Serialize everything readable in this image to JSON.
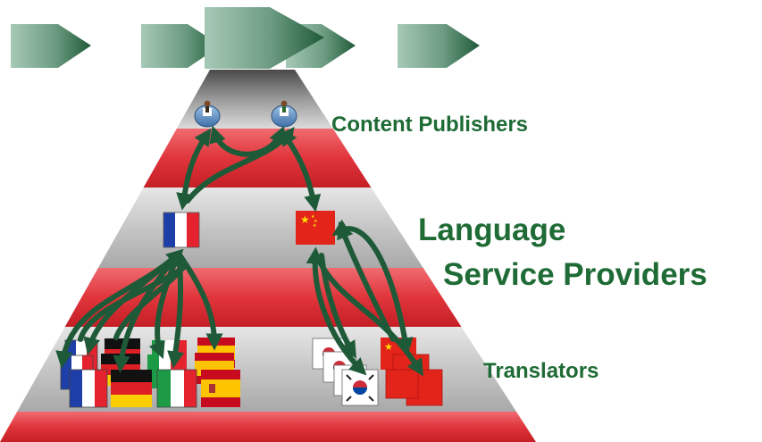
{
  "labels": {
    "content_publishers": "Content Publishers",
    "language_line1": "Language",
    "language_line2": "Service Providers",
    "translators": "Translators"
  },
  "process_arrows": [
    "process-step-1",
    "process-step-2",
    "process-step-3",
    "process-step-4",
    "process-step-5"
  ],
  "colors": {
    "label_green": "#1f6b35",
    "arrow_green": "#1f5a38",
    "red_band": "#e0353b",
    "grey_band": "#c8c8c8"
  },
  "icons": {
    "publishers": [
      "publisher-person-icon",
      "publisher-person-icon"
    ],
    "lsp": [
      "france-flag-icon",
      "china-flag-icon"
    ],
    "translators": [
      "france-flag-icon",
      "germany-flag-icon",
      "italy-flag-icon",
      "spain-flag-icon",
      "korea-flag-icon",
      "china-flag-icon"
    ]
  }
}
